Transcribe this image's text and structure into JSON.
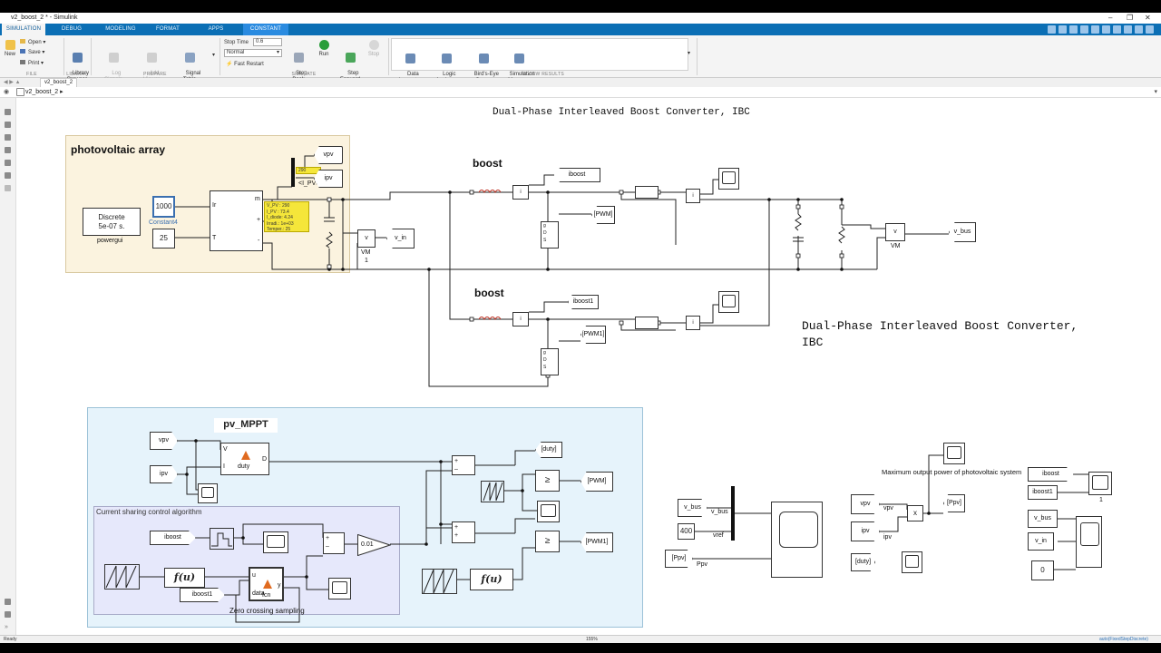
{
  "window": {
    "title": "v2_boost_2 * - Simulink",
    "min": "–",
    "max": "❐",
    "close": "✕"
  },
  "tabs": [
    "SIMULATION",
    "DEBUG",
    "MODELING",
    "FORMAT",
    "APPS",
    "CONSTANT"
  ],
  "ribbon": {
    "file": {
      "new": "New",
      "open": "Open",
      "save": "Save",
      "print": "Print",
      "section": "FILE"
    },
    "library": {
      "browser": "Library\nBrowser",
      "section": "LIBRARY"
    },
    "prepare": {
      "log_signals": "Log\nSignals",
      "add_viewer": "Add\nViewer",
      "signal_table": "Signal\nTable",
      "section": "PREPARE"
    },
    "simulate": {
      "stop_time_label": "Stop Time",
      "stop_time_value": "0.6",
      "mode": "Normal",
      "fast_restart": "Fast Restart",
      "step_back": "Step\nBack",
      "run": "Run",
      "step_forward": "Step\nForward",
      "stop": "Stop",
      "section": "SIMULATE"
    },
    "review": {
      "data_inspector": "Data\nInspector",
      "logic_analyzer": "Logic\nAnalyzer",
      "birds_eye": "Bird's-Eye\nScope",
      "sim_manager": "Simulation\nManager",
      "section": "REVIEW RESULTS"
    }
  },
  "addressbar": {
    "tab": "v2_boost_2",
    "crumb": "v2_boost_2"
  },
  "model": {
    "title_top": "Dual-Phase Interleaved Boost Converter, IBC",
    "title_right": "Dual-Phase Interleaved Boost Converter,\nIBC",
    "pv_area_title": "photovoltaic array",
    "powergui": {
      "line1": "Discrete",
      "line2": "5e-07 s.",
      "label": "powergui"
    },
    "constant4": {
      "value": "1000",
      "label": "Constant4"
    },
    "const25": "25",
    "pv_ports": {
      "ir": "Ir",
      "t": "T",
      "m": "m",
      "plus": "+",
      "minus": "-"
    },
    "pv_readout": [
      "V_PV : 290",
      "I_PV : 73.4",
      "I_diode: 4.24",
      "Irradi.: 1e+03",
      "Temper.: 25"
    ],
    "pv_display": "290",
    "ipv_bus_label": "<I_PV>",
    "tags": {
      "vpv": "vpv",
      "ipv": "ipv",
      "v_in": "v_in",
      "iboost": "iboost",
      "iboost1": "iboost1",
      "pwm": "[PWM]",
      "pwm1": "[PWM1]",
      "v_bus": "v_bus",
      "duty": "[duty]",
      "ppv": "[Ppv]"
    },
    "vm1": {
      "label": "VM",
      "sub": "1"
    },
    "vm2": "VM",
    "boost1": "boost",
    "boost2": "boost",
    "mppt": {
      "title": "pv_MPPT",
      "v_port": "V",
      "i_port": "I",
      "d_port": "D",
      "func": "duty",
      "current_sharing": "Current sharing control algorithm",
      "gain": "0.01",
      "fu": "f(u)",
      "fcn": {
        "u": "u",
        "data": "data",
        "y": "y",
        "name": "fcn"
      },
      "zero_crossing": "Zero crossing sampling",
      "ge": "≥"
    },
    "bus_panel": {
      "vbus_in": "v_bus",
      "const400": "400",
      "vbus_lbl": "v_bus",
      "vref_lbl": "vref",
      "ppv_from": "[Ppv]",
      "ppv_lbl": "Ppv"
    },
    "power_panel": {
      "max_power": "Maximum output power of photovoltaic system",
      "vpv_lbl": "vpv",
      "ipv_lbl": "ipv",
      "mult": "x",
      "iboost_from": "iboost",
      "iboost1_from": "iboost1",
      "scope_num": "1",
      "zero": "0"
    }
  },
  "status": {
    "left": "Ready",
    "center": "155%",
    "right": "auto(FixedStepDiscrete)"
  }
}
